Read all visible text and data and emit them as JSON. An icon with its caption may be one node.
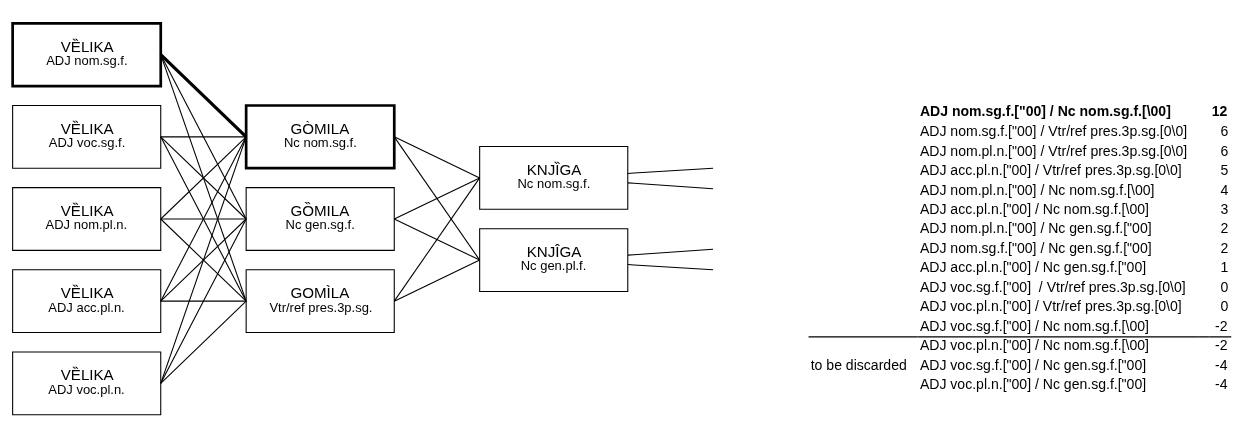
{
  "diagram": {
    "nodes": [
      {
        "text": [
          "VȄLIKA",
          "ADJ nom.sg.f."
        ]
      },
      {
        "text": [
          "VȄLIKA",
          "ADJ voc.sg.f."
        ]
      },
      {
        "text": [
          "VȄLIKA",
          "ADJ nom.pl.n."
        ]
      },
      {
        "text": [
          "VȄLIKA",
          "ADJ acc.pl.n."
        ]
      },
      {
        "text": [
          "VȄLIKA",
          "ADJ voc.pl.n."
        ]
      },
      {
        "text": [
          "GÒMILA",
          "Nc nom.sg.f."
        ]
      },
      {
        "text": [
          "GȌMILA",
          "Nc gen.sg.f."
        ]
      },
      {
        "text": [
          "GOMÌLA",
          "Vtr/ref pres.3p.sg."
        ]
      },
      {
        "text": [
          "KNJȈGA",
          "Nc nom.sg.f."
        ]
      },
      {
        "text": [
          "KNJÎGA",
          "Nc gen.pl.f."
        ]
      }
    ],
    "edges": [
      {
        "from": 0,
        "to": 5,
        "arrow": "none",
        "style": "thick"
      },
      {
        "from": 0,
        "to": 6,
        "arrow": "none"
      },
      {
        "from": 0,
        "to": 7,
        "arrow": "none"
      },
      {
        "from": 1,
        "to": 5,
        "arrow": "none"
      },
      {
        "from": 1,
        "to": 6,
        "arrow": "none"
      },
      {
        "from": 1,
        "to": 7,
        "arrow": "none"
      },
      {
        "from": 2,
        "to": 5,
        "arrow": "none"
      },
      {
        "from": 2,
        "to": 6,
        "arrow": "none"
      },
      {
        "from": 2,
        "to": 7,
        "arrow": "none"
      },
      {
        "from": 3,
        "to": 5,
        "arrow": "none"
      },
      {
        "from": 3,
        "to": 6,
        "arrow": "none"
      },
      {
        "from": 3,
        "to": 7,
        "arrow": "none"
      },
      {
        "from": 4,
        "to": 5,
        "arrow": "none"
      },
      {
        "from": 4,
        "to": 6,
        "arrow": "none"
      },
      {
        "from": 4,
        "to": 7,
        "arrow": "none"
      },
      {
        "from": 5,
        "to": 8,
        "arrow": "none"
      },
      {
        "from": 5,
        "to": 9,
        "arrow": "none"
      },
      {
        "from": 6,
        "to": 8,
        "arrow": "none"
      },
      {
        "from": 6,
        "to": 9,
        "arrow": "none"
      },
      {
        "from": 7,
        "to": 8,
        "arrow": "none"
      },
      {
        "from": 7,
        "to": 9,
        "arrow": "none"
      },
      {
        "from": 8,
        "to": null,
        "arrow": "none"
      },
      {
        "from": 8,
        "to": null,
        "arrow": "none"
      },
      {
        "from": 9,
        "to": null,
        "arrow": "none"
      },
      {
        "from": 9,
        "to": null,
        "arrow": "none"
      }
    ],
    "labels": [
      "ADJ nom.sg.f.[\"00] / Nc nom.sg.f.[\\00]",
      "12",
      "ADJ nom.sg.f.[\"00] / Vtr/ref pres.3p.sg.[0\\0]",
      "6",
      "ADJ nom.pl.n.[\"00] / Vtr/ref pres.3p.sg.[0\\0]",
      "6",
      "ADJ acc.pl.n.[\"00] / Vtr/ref pres.3p.sg.[0\\0]",
      "5",
      "ADJ nom.pl.n.[\"00] / Nc nom.sg.f.[\\00]",
      "4",
      "ADJ acc.pl.n.[\"00] / Nc nom.sg.f.[\\00]",
      "3",
      "ADJ nom.pl.n.[\"00] / Nc gen.sg.f.[\"00]",
      "2",
      "ADJ nom.sg.f.[\"00] / Nc gen.sg.f.[\"00]",
      "2",
      "ADJ acc.pl.n.[\"00] / Nc gen.sg.f.[\"00]",
      "1",
      "ADJ voc.sg.f.[\"00]  / Vtr/ref pres.3p.sg.[0\\0]",
      "0",
      "ADJ voc.pl.n.[\"00] / Vtr/ref pres.3p.sg.[0\\0]",
      "0",
      "ADJ voc.sg.f.[\"00] / Nc nom.sg.f.[\\00]",
      "-2",
      "to be discarded",
      "ADJ voc.pl.n.[\"00] / Nc nom.sg.f.[\\00]",
      "-2",
      "ADJ voc.sg.f.[\"00] / Nc gen.sg.f.[\"00]",
      "-4",
      "ADJ voc.pl.n.[\"00] / Nc gen.sg.f.[\"00]",
      "-4"
    ]
  }
}
